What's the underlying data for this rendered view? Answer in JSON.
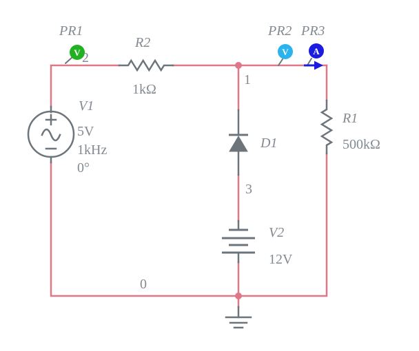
{
  "app": {
    "type": "circuit-schematic-canvas"
  },
  "colors": {
    "background": "#ffffff",
    "wire": "#e07788",
    "component": "#6d757c",
    "label_text": "#838a92",
    "probe_pr1_green": "#22b122",
    "probe_pr2_cyan": "#2ab3ee",
    "probe_pr3_blue": "#1c1ce0"
  },
  "probes": {
    "pr1": {
      "label": "PR1",
      "letter": "V"
    },
    "pr2": {
      "label": "PR2",
      "letter": "V"
    },
    "pr3": {
      "label": "PR3",
      "letter": "A"
    }
  },
  "components": {
    "v1": {
      "ref": "V1",
      "voltage": "5V",
      "frequency": "1kHz",
      "phase": "0°"
    },
    "r2": {
      "ref": "R2",
      "value": "1kΩ"
    },
    "r1": {
      "ref": "R1",
      "value": "500kΩ"
    },
    "d1": {
      "ref": "D1"
    },
    "v2": {
      "ref": "V2",
      "value": "12V"
    }
  },
  "nets": {
    "node0": "0",
    "node1": "1",
    "node2": "2",
    "node3": "3"
  }
}
